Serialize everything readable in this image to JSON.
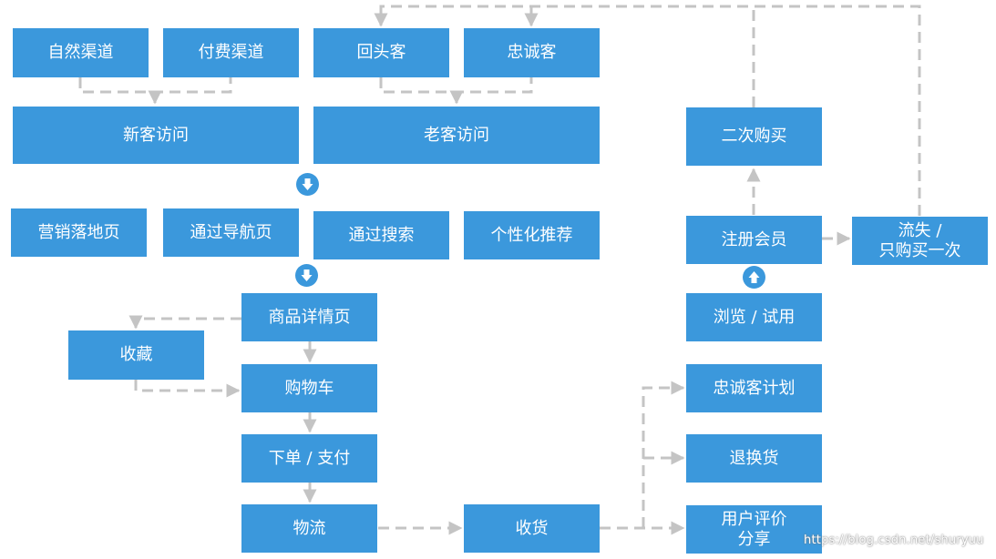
{
  "nodes": {
    "ziran": "自然渠道",
    "fufei": "付费渠道",
    "huitouke": "回头客",
    "zhongchengke": "忠诚客",
    "xinke": "新客访问",
    "laoke": "老客访问",
    "yingxiao": "营销落地页",
    "daohang": "通过导航页",
    "sousuo": "通过搜索",
    "gexinghua": "个性化推荐",
    "shangpin": "商品详情页",
    "shoucang": "收藏",
    "gouwuche": "购物车",
    "xiadan": "下单 / 支付",
    "wuliu": "物流",
    "shouhuo": "收货",
    "erci": "二次购买",
    "zhuce": "注册会员",
    "liushi": "流失 /\n只购买一次",
    "liulan": "浏览 / 试用",
    "zhongchengjihua": "忠诚客计划",
    "tuihuan": "退换货",
    "pingjia": "用户评价\n分享"
  },
  "watermark": "https://blog.csdn.net/shuryuu",
  "colors": {
    "box": "#3b98dc",
    "connector": "#c4c4c4",
    "text": "#ffffff"
  },
  "icons": {
    "down": "down-arrow-circle-icon",
    "up": "up-arrow-circle-icon"
  }
}
